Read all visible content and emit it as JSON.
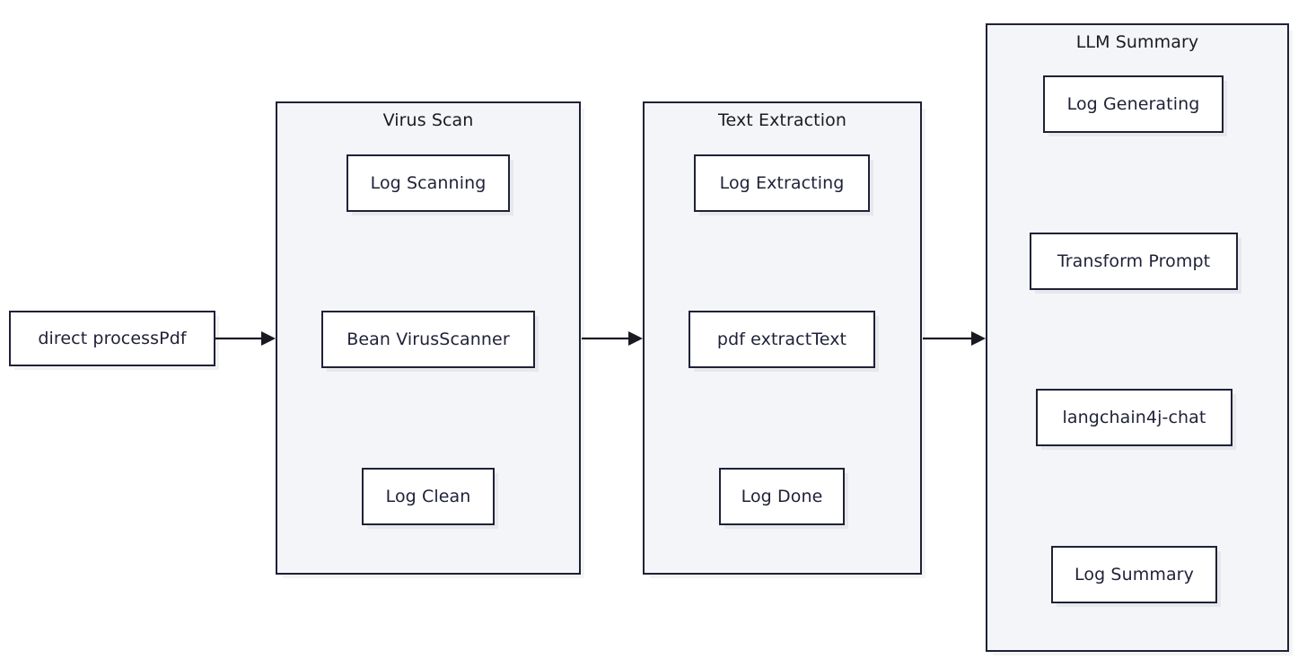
{
  "diagram": {
    "type": "flowchart",
    "direction": "left-to-right",
    "title_visible": false,
    "colors": {
      "node_border": "#1f2137",
      "node_fill": "#ffffff",
      "cluster_fill": "#f4f5f9",
      "cluster_border": "#1f2137",
      "edge": "#1a1a23",
      "text": "#1f2137",
      "background": "#ffffff"
    }
  },
  "entry": {
    "label": "direct processPdf"
  },
  "clusters": [
    {
      "id": "virus-scan",
      "title": "Virus Scan",
      "nodes": [
        {
          "id": "log-scanning",
          "label": "Log Scanning"
        },
        {
          "id": "bean-virusscanner",
          "label": "Bean VirusScanner"
        },
        {
          "id": "log-clean",
          "label": "Log Clean"
        }
      ]
    },
    {
      "id": "text-extraction",
      "title": "Text Extraction",
      "nodes": [
        {
          "id": "log-extracting",
          "label": "Log Extracting"
        },
        {
          "id": "pdf-extracttext",
          "label": "pdf extractText"
        },
        {
          "id": "log-done",
          "label": "Log Done"
        }
      ]
    },
    {
      "id": "llm-summary",
      "title": "LLM Summary",
      "nodes": [
        {
          "id": "log-generating",
          "label": "Log Generating"
        },
        {
          "id": "transform-prompt",
          "label": "Transform Prompt"
        },
        {
          "id": "langchain4j-chat",
          "label": "langchain4j-chat"
        },
        {
          "id": "log-summary",
          "label": "Log Summary"
        }
      ]
    }
  ],
  "edges": [
    {
      "from": "direct processPdf",
      "to": "Virus Scan",
      "style": "arrow"
    },
    {
      "from": "Log Scanning",
      "to": "Bean VirusScanner",
      "style": "arrow"
    },
    {
      "from": "Bean VirusScanner",
      "to": "Log Clean",
      "style": "arrow"
    },
    {
      "from": "Virus Scan",
      "to": "Text Extraction",
      "style": "arrow"
    },
    {
      "from": "Log Extracting",
      "to": "pdf extractText",
      "style": "arrow"
    },
    {
      "from": "pdf extractText",
      "to": "Log Done",
      "style": "arrow"
    },
    {
      "from": "Text Extraction",
      "to": "LLM Summary",
      "style": "arrow"
    },
    {
      "from": "Log Generating",
      "to": "Transform Prompt",
      "style": "arrow"
    },
    {
      "from": "Transform Prompt",
      "to": "langchain4j-chat",
      "style": "arrow"
    },
    {
      "from": "langchain4j-chat",
      "to": "Log Summary",
      "style": "arrow"
    }
  ]
}
